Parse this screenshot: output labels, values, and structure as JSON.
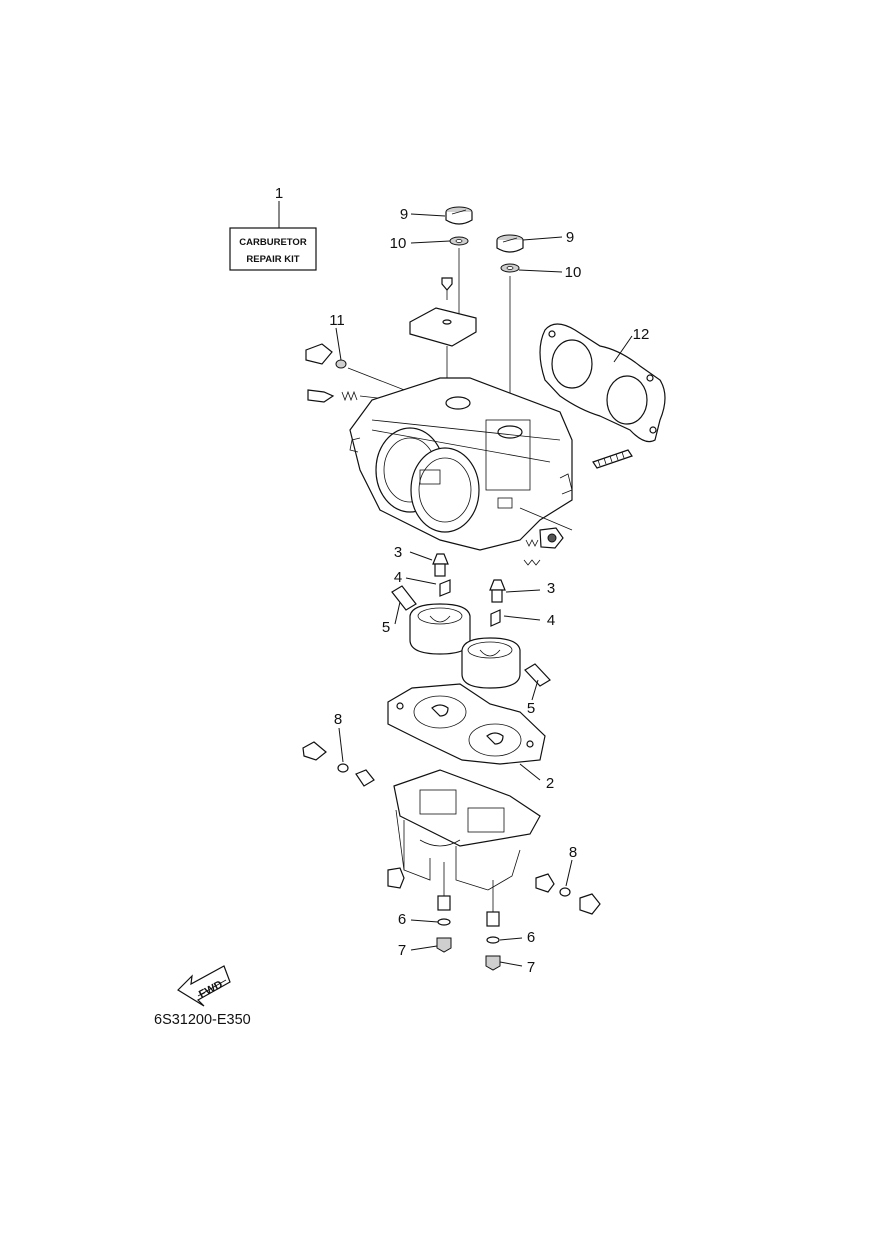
{
  "kit_box": {
    "line1": "CARBURETOR",
    "line2": "REPAIR KIT"
  },
  "callouts": [
    "1",
    "9",
    "10",
    "9",
    "10",
    "11",
    "12",
    "3",
    "4",
    "5",
    "3",
    "4",
    "5",
    "8",
    "2",
    "8",
    "6",
    "7",
    "6",
    "7"
  ],
  "fwd_label": "FWD",
  "diagram_code": "6S31200-E350"
}
